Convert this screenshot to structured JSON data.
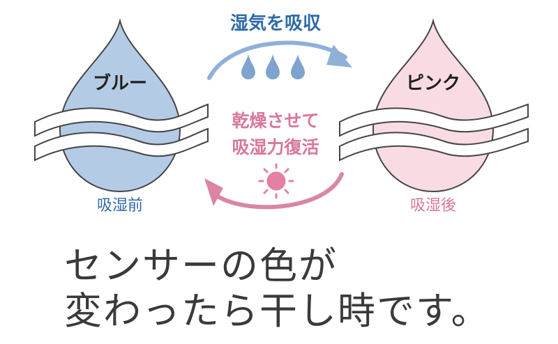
{
  "top_label": "湿気を吸収",
  "middle_label": [
    "乾燥させて",
    "吸湿力復活"
  ],
  "left_drop": {
    "label": "ブルー",
    "caption": "吸湿前"
  },
  "right_drop": {
    "label": "ピンク",
    "caption": "吸湿後"
  },
  "headline": [
    "センサーの色が",
    "変わったら干し時です。"
  ],
  "colors": {
    "blue_fill": "#b4cbe5",
    "blue_text": "#2e6aa6",
    "blue_arrow": "#8fb1d8",
    "water_drops": "#7fa3cf",
    "pink_fill": "#f8dbe3",
    "pink_text": "#d8779b",
    "pink_arrow": "#da85a6",
    "sun": "#e47fa6",
    "outline": "#444444",
    "headline": "#3a3a3a"
  },
  "icons": {
    "left_drop": "droplet-icon",
    "right_drop": "droplet-icon",
    "water": "water-drop-icon",
    "sun": "sun-icon",
    "top_arrow": "curved-arrow-right-icon",
    "bottom_arrow": "curved-arrow-left-icon",
    "fabric": "fabric-wave-icon"
  }
}
